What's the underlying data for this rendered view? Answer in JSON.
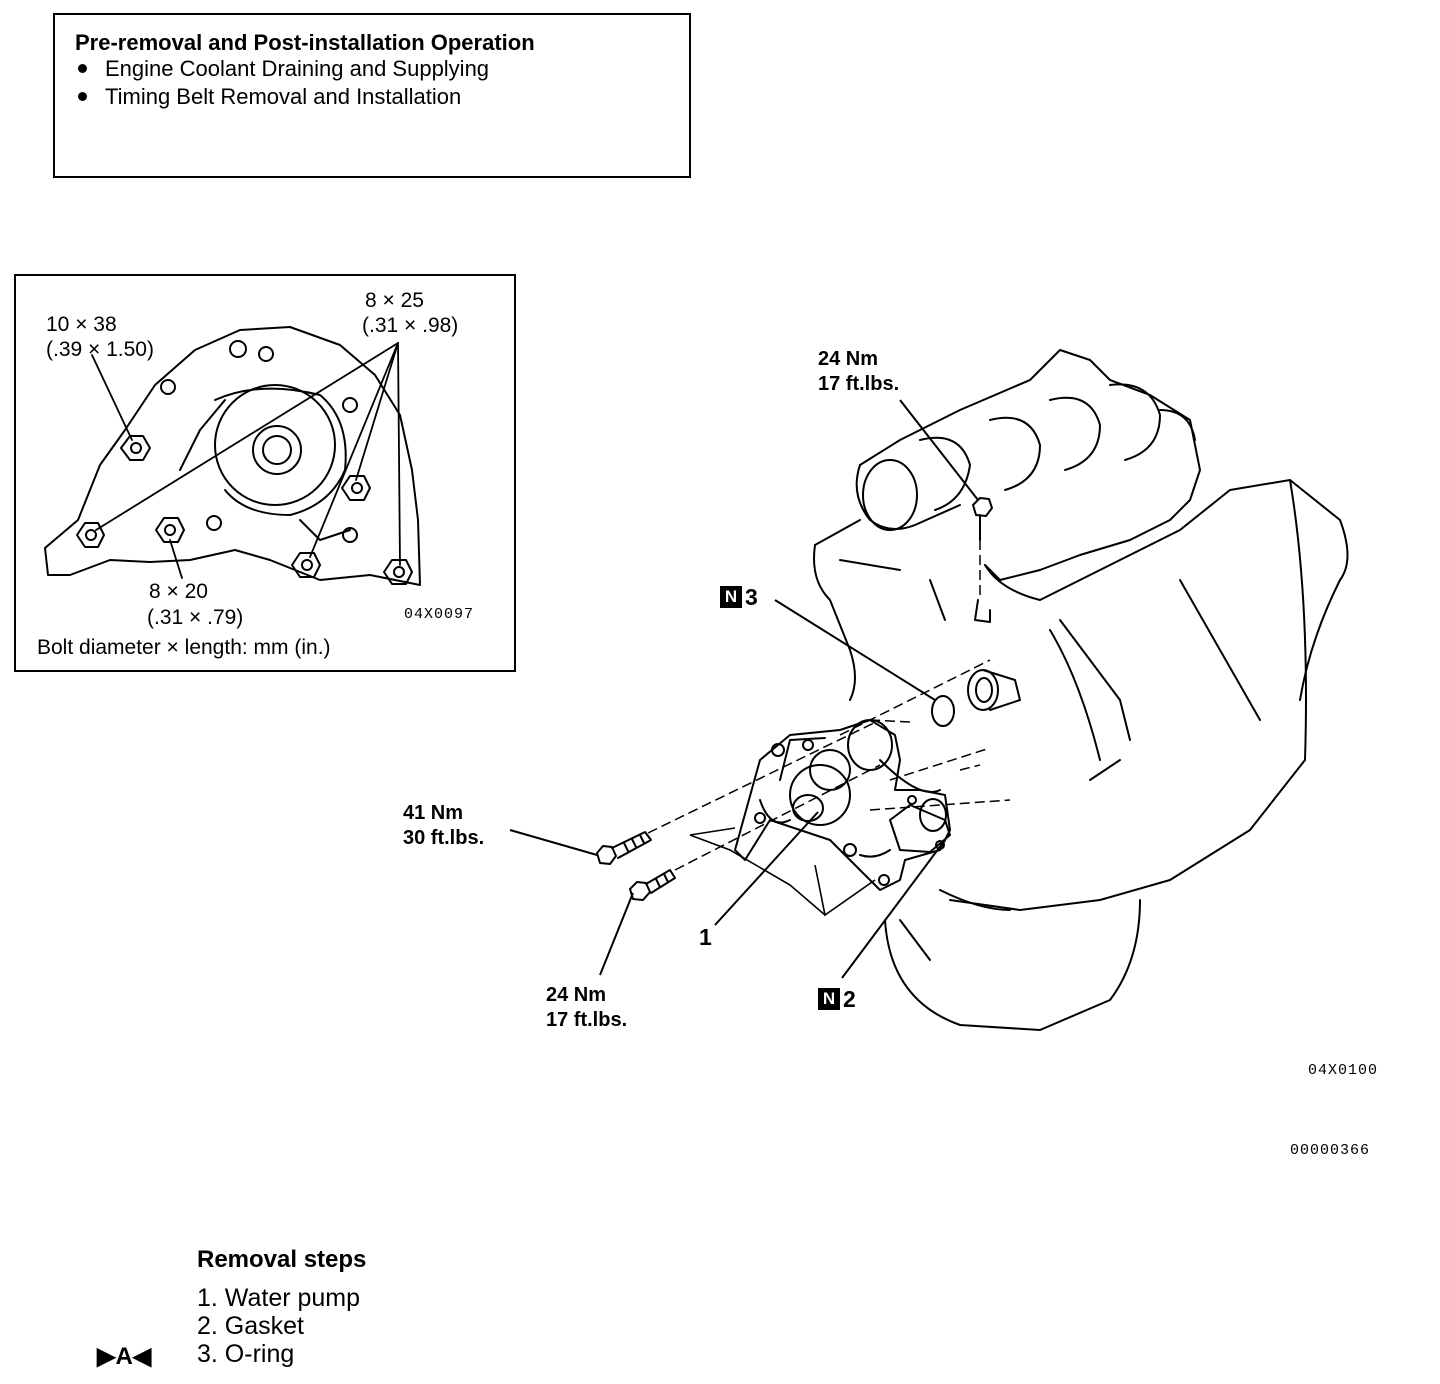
{
  "pre_operation": {
    "title": "Pre-removal and Post-installation Operation",
    "items": [
      "Engine Coolant Draining and Supplying",
      "Timing Belt Removal and Installation"
    ]
  },
  "inset": {
    "bolt_10x38": {
      "size": "10 × 38",
      "inch": "(.39 × 1.50)"
    },
    "bolt_8x25": {
      "size": "8 × 25",
      "inch": "(.31 × .98)"
    },
    "bolt_8x20": {
      "size": "8 × 20",
      "inch": "(.31 × .79)"
    },
    "code": "04X0097",
    "caption": "Bolt diameter × length: mm (in.)"
  },
  "main": {
    "torque_top": {
      "nm": "24 Nm",
      "ftlbs": "17 ft.lbs."
    },
    "torque_41": {
      "nm": "41 Nm",
      "ftlbs": "30 ft.lbs."
    },
    "torque_24": {
      "nm": "24 Nm",
      "ftlbs": "17 ft.lbs."
    },
    "callout_3": {
      "badge": "N",
      "number": "3"
    },
    "callout_2": {
      "badge": "N",
      "number": "2"
    },
    "callout_1": "1",
    "code_diagram": "04X0100",
    "code_page": "00000366"
  },
  "removal": {
    "title": "Removal steps",
    "steps": [
      "1. Water pump",
      "2. Gasket",
      "3. O-ring"
    ],
    "marker": "▶A◀"
  }
}
